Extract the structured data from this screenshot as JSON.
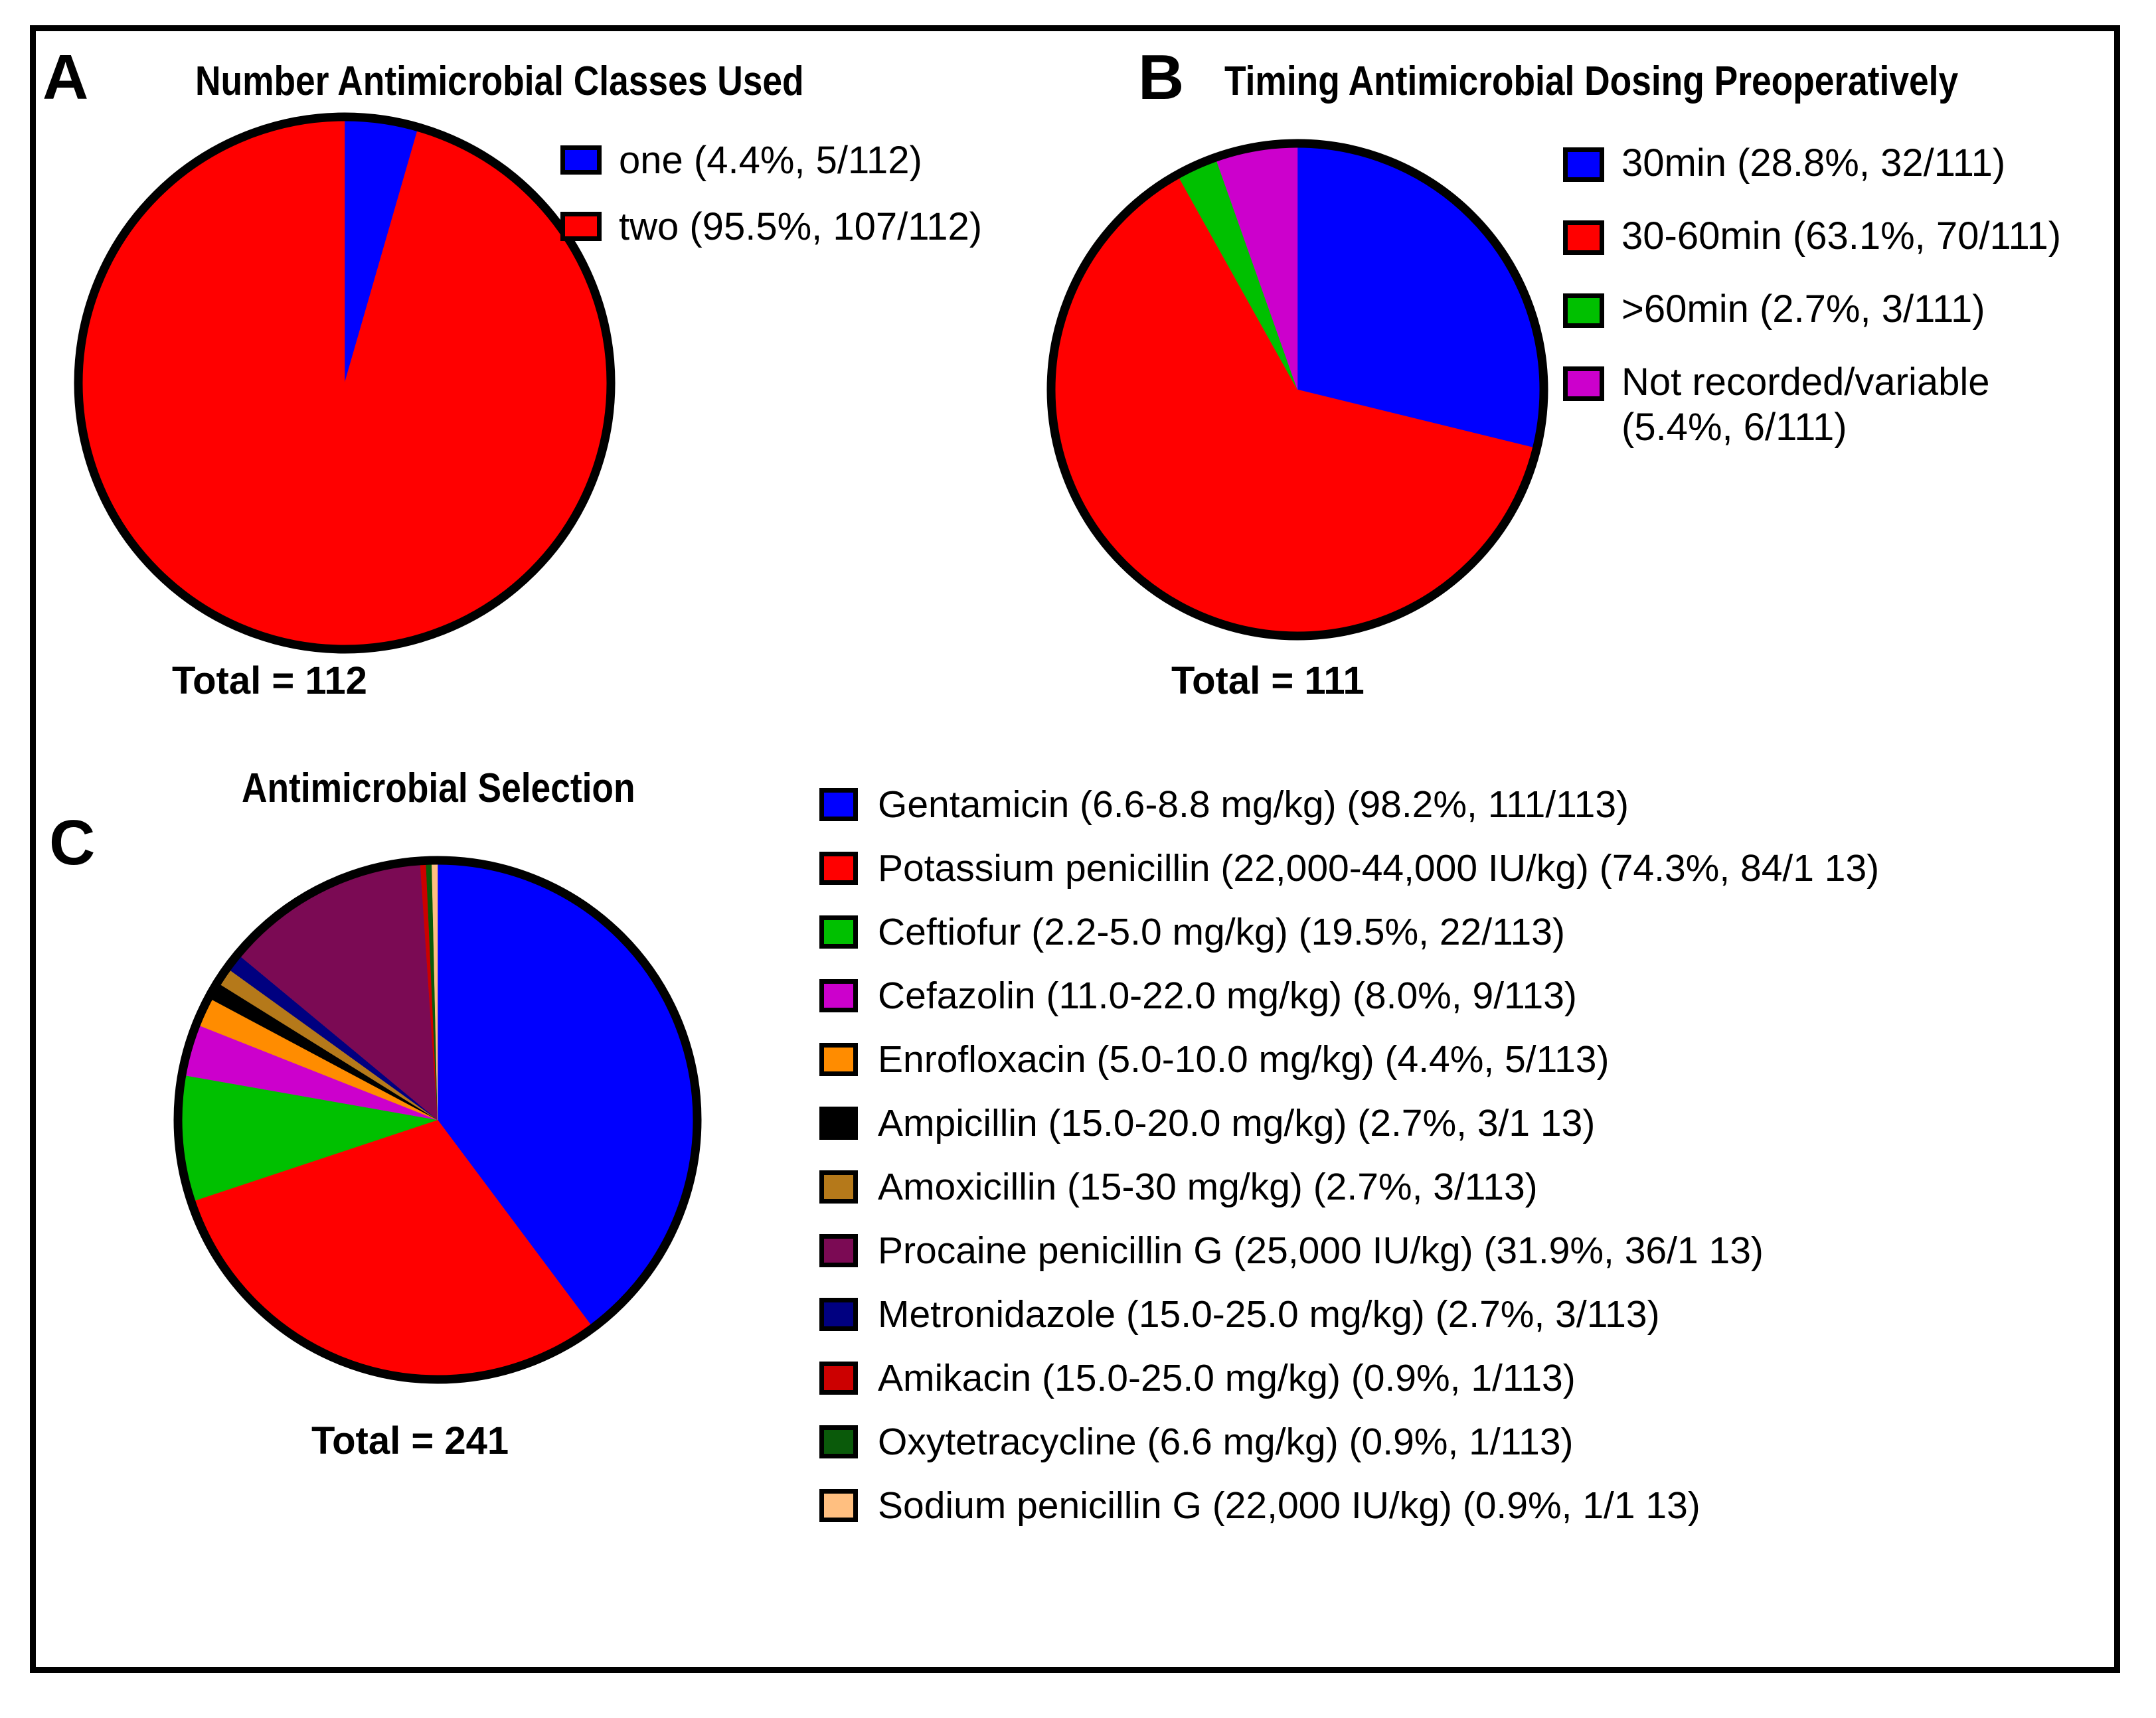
{
  "figure": {
    "border_color": "#000000"
  },
  "panels": [
    {
      "letter": "A",
      "title": "Number Antimicrobial Classes Used",
      "total_label": "Total = 112"
    },
    {
      "letter": "B",
      "title": "Timing Antimicrobial Dosing Preoperatively",
      "total_label": "Total = 111"
    },
    {
      "letter": "C",
      "title": "Antimicrobial Selection",
      "total_label": "Total = 241"
    }
  ],
  "chart_data": [
    {
      "type": "pie",
      "panel": "A",
      "title": "Number Antimicrobial Classes Used",
      "total": 112,
      "total_label": "Total = 112",
      "start_angle_deg": 0,
      "direction": "clockwise",
      "categories": [
        "one",
        "two"
      ],
      "values": [
        5,
        107
      ],
      "percentages": [
        4.4,
        95.5
      ],
      "colors": [
        "#0000FF",
        "#FF0000"
      ],
      "legend_position": "right",
      "legend": [
        {
          "label": "one (4.4%, 5/112)",
          "color": "#0000FF",
          "value": 5,
          "percent": 4.4,
          "denominator": 112
        },
        {
          "label": "two (95.5%, 107/112)",
          "color": "#FF0000",
          "value": 107,
          "percent": 95.5,
          "denominator": 112
        }
      ]
    },
    {
      "type": "pie",
      "panel": "B",
      "title": "Timing Antimicrobial Dosing Preoperatively",
      "total": 111,
      "total_label": "Total = 111",
      "start_angle_deg": 0,
      "direction": "clockwise",
      "categories": [
        "30min",
        "30-60min",
        ">60min",
        "Not recorded/variable"
      ],
      "values": [
        32,
        70,
        3,
        6
      ],
      "percentages": [
        28.8,
        63.1,
        2.7,
        5.4
      ],
      "colors": [
        "#0000FF",
        "#FF0000",
        "#00C000",
        "#CC00CC"
      ],
      "legend_position": "right",
      "legend": [
        {
          "label": "30min (28.8%, 32/111)",
          "color": "#0000FF",
          "value": 32,
          "percent": 28.8,
          "denominator": 111
        },
        {
          "label": "30-60min (63.1%, 70/111)",
          "color": "#FF0000",
          "value": 70,
          "percent": 63.1,
          "denominator": 111
        },
        {
          "label": ">60min (2.7%, 3/111)",
          "color": "#00C000",
          "value": 3,
          "percent": 2.7,
          "denominator": 111
        },
        {
          "label": "Not recorded/variable\n(5.4%, 6/111)",
          "color": "#CC00CC",
          "value": 6,
          "percent": 5.4,
          "denominator": 111
        }
      ]
    },
    {
      "type": "pie",
      "panel": "C",
      "title": "Antimicrobial Selection",
      "total": 241,
      "total_label": "Total = 241",
      "start_angle_deg": 0,
      "direction": "clockwise",
      "categories": [
        "Gentamicin",
        "Potassium penicillin",
        "Ceftiofur",
        "Cefazolin",
        "Enrofloxacin",
        "Ampicillin",
        "Amoxicillin",
        "Procaine penicillin G",
        "Metronidazole",
        "Amikacin",
        "Oxytetracycline",
        "Sodium penicillin G"
      ],
      "values": [
        111,
        84,
        22,
        9,
        5,
        3,
        3,
        36,
        3,
        1,
        1,
        1
      ],
      "slice_order_clockwise": [
        "Gentamicin",
        "Potassium penicillin",
        "Ceftiofur",
        "Cefazolin",
        "Enrofloxacin",
        "Ampicillin",
        "Amoxicillin",
        "Metronidazole",
        "Procaine penicillin G",
        "Amikacin",
        "Oxytetracycline",
        "Sodium penicillin G"
      ],
      "colors": [
        "#0000FF",
        "#FF0000",
        "#00C000",
        "#CC00CC",
        "#FF8C00",
        "#000000",
        "#B5791A",
        "#7B0A54",
        "#000080",
        "#CC0000",
        "#0A5A0A",
        "#FFBF80"
      ],
      "legend_position": "right",
      "legend": [
        {
          "label": "Gentamicin (6.6-8.8 mg/kg) (98.2%, 111/113)",
          "color": "#0000FF",
          "dose": "6.6-8.8 mg/kg",
          "percent": 98.2,
          "value": 111,
          "denominator": 113
        },
        {
          "label": "Potassium penicillin (22,000-44,000 IU/kg) (74.3%, 84/1 13)",
          "color": "#FF0000",
          "dose": "22,000-44,000 IU/kg",
          "percent": 74.3,
          "value": 84,
          "denominator": 113
        },
        {
          "label": "Ceftiofur (2.2-5.0 mg/kg) (19.5%, 22/113)",
          "color": "#00C000",
          "dose": "2.2-5.0 mg/kg",
          "percent": 19.5,
          "value": 22,
          "denominator": 113
        },
        {
          "label": "Cefazolin (11.0-22.0 mg/kg) (8.0%, 9/113)",
          "color": "#CC00CC",
          "dose": "11.0-22.0 mg/kg",
          "percent": 8.0,
          "value": 9,
          "denominator": 113
        },
        {
          "label": "Enrofloxacin (5.0-10.0 mg/kg) (4.4%, 5/113)",
          "color": "#FF8C00",
          "dose": "5.0-10.0 mg/kg",
          "percent": 4.4,
          "value": 5,
          "denominator": 113
        },
        {
          "label": "Ampicillin (15.0-20.0 mg/kg) (2.7%, 3/1 13)",
          "color": "#000000",
          "dose": "15.0-20.0 mg/kg",
          "percent": 2.7,
          "value": 3,
          "denominator": 113
        },
        {
          "label": "Amoxicillin (15-30 mg/kg) (2.7%, 3/113)",
          "color": "#B5791A",
          "dose": "15-30 mg/kg",
          "percent": 2.7,
          "value": 3,
          "denominator": 113
        },
        {
          "label": "Procaine penicillin G (25,000 IU/kg) (31.9%, 36/1 13)",
          "color": "#7B0A54",
          "dose": "25,000 IU/kg",
          "percent": 31.9,
          "value": 36,
          "denominator": 113
        },
        {
          "label": "Metronidazole (15.0-25.0 mg/kg) (2.7%, 3/113)",
          "color": "#000080",
          "dose": "15.0-25.0 mg/kg",
          "percent": 2.7,
          "value": 3,
          "denominator": 113
        },
        {
          "label": "Amikacin (15.0-25.0 mg/kg) (0.9%, 1/113)",
          "color": "#CC0000",
          "dose": "15.0-25.0 mg/kg",
          "percent": 0.9,
          "value": 1,
          "denominator": 113
        },
        {
          "label": "Oxytetracycline (6.6 mg/kg) (0.9%, 1/113)",
          "color": "#0A5A0A",
          "dose": "6.6 mg/kg",
          "percent": 0.9,
          "value": 1,
          "denominator": 113
        },
        {
          "label": "Sodium penicillin G (22,000 IU/kg) (0.9%, 1/1 13)",
          "color": "#FFBF80",
          "dose": "22,000 IU/kg",
          "percent": 0.9,
          "value": 1,
          "denominator": 113
        }
      ]
    }
  ]
}
